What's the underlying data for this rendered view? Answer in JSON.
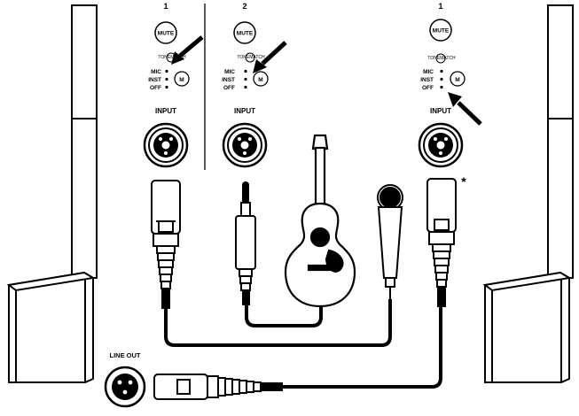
{
  "channels": [
    {
      "number": "1",
      "mute_label": "MUTE",
      "tonematch_label": "TONEMATCH",
      "selector": [
        "MIC",
        "INST",
        "OFF"
      ],
      "input_label": "INPUT"
    },
    {
      "number": "2",
      "mute_label": "MUTE",
      "tonematch_label": "TONEMATCH",
      "selector": [
        "MIC",
        "INST",
        "OFF"
      ],
      "input_label": "INPUT"
    },
    {
      "number": "1",
      "mute_label": "MUTE",
      "tonematch_label": "TONEMATCH",
      "selector": [
        "MIC",
        "INST",
        "OFF"
      ],
      "input_label": "INPUT"
    }
  ],
  "line_out_label": "LINE OUT",
  "asterisk": "*",
  "tonematch_glyph": "M",
  "colors": {
    "ink": "#000000",
    "paper": "#ffffff"
  }
}
